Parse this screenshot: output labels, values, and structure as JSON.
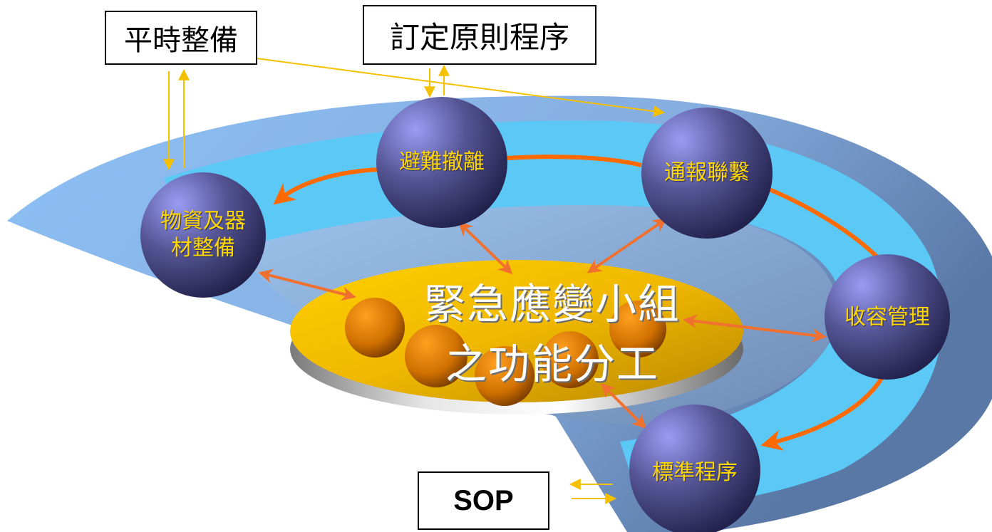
{
  "boxes": {
    "pingshi": "平時整備",
    "dingding": "訂定原則程序",
    "sop": "SOP"
  },
  "center": {
    "line1": "緊急應變小組",
    "line2": "之功能分工"
  },
  "nodes": {
    "binan": "避難撤離",
    "tongbao": "通報聯繫",
    "wuzi_line1": "物資及器",
    "wuzi_line2": "材整備",
    "shourong": "收容管理",
    "biaozhun": "標準程序"
  },
  "colors": {
    "outer_band": "#8fb8e6",
    "middle_band": "#5bc8f5",
    "inner_band": "#8aa6c8",
    "disk": "#f5c400",
    "node": "#4a4a8a",
    "main_arrow": "#ff6a00",
    "link_arrow": "#f07030",
    "thin_arrow": "#f5c000",
    "label": "#ffd700"
  }
}
